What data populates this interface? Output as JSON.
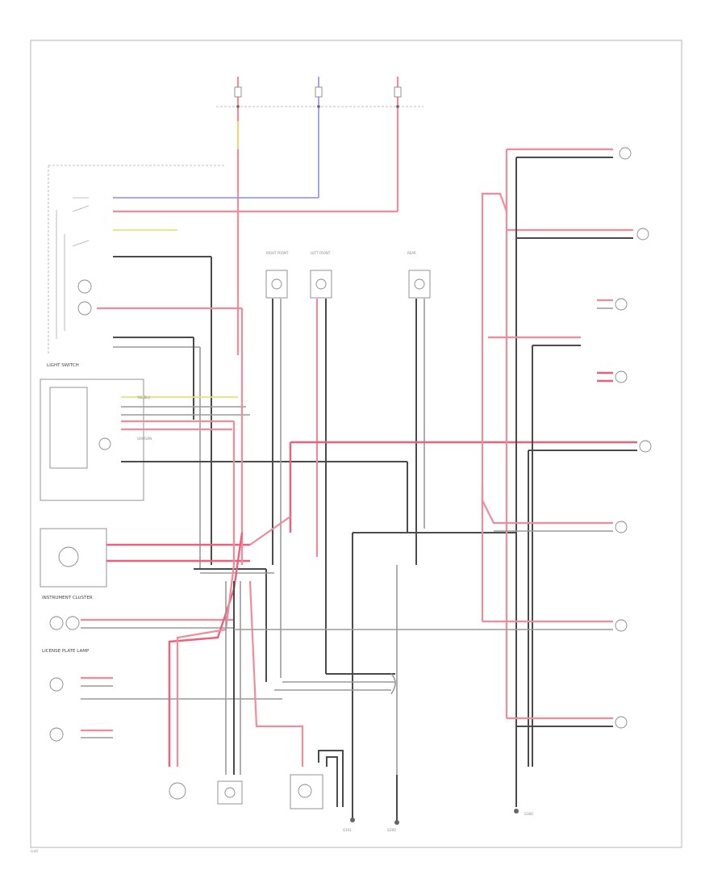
{
  "page": {
    "footer_code": "(cut)"
  },
  "components": {
    "light_switch": "LIGHT SWITCH",
    "instrument_cluster": "INSTRUMENT CLUSTER",
    "license_plate_lamp": "LICENSE PLATE LAMP",
    "right_front_lamp": "RIGHT FRONT",
    "left_front_lamp": "LEFT FRONT",
    "rear_lamp": "REAR",
    "ground_label_1": "G101",
    "ground_label_2": "G200",
    "ground_label_3": "G300"
  }
}
